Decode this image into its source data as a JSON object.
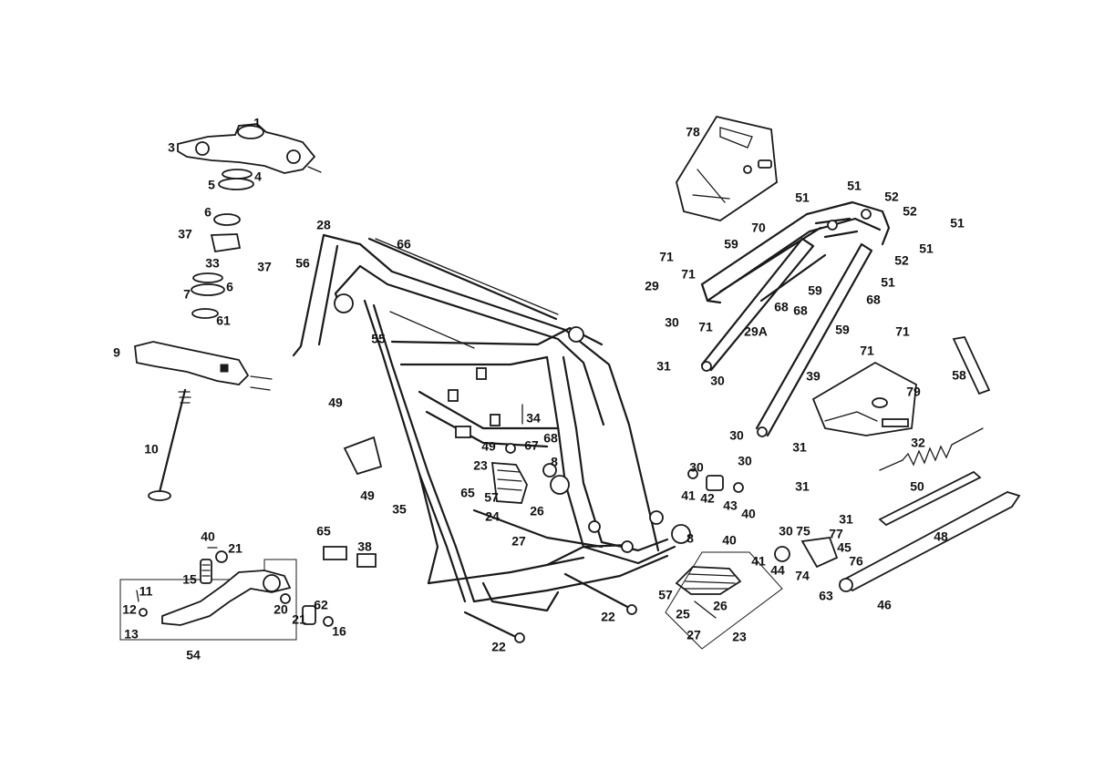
{
  "diagram": {
    "callouts": [
      {
        "label": "1"
      },
      {
        "label": "3"
      },
      {
        "label": "4"
      },
      {
        "label": "5"
      },
      {
        "label": "6"
      },
      {
        "label": "37"
      },
      {
        "label": "33"
      },
      {
        "label": "37"
      },
      {
        "label": "7"
      },
      {
        "label": "6"
      },
      {
        "label": "61"
      },
      {
        "label": "9"
      },
      {
        "label": "10"
      },
      {
        "label": "40"
      },
      {
        "label": "21"
      },
      {
        "label": "15"
      },
      {
        "label": "11"
      },
      {
        "label": "12"
      },
      {
        "label": "13"
      },
      {
        "label": "20"
      },
      {
        "label": "21"
      },
      {
        "label": "62"
      },
      {
        "label": "16"
      },
      {
        "label": "54"
      },
      {
        "label": "28"
      },
      {
        "label": "66"
      },
      {
        "label": "56"
      },
      {
        "label": "55"
      },
      {
        "label": "49"
      },
      {
        "label": "49"
      },
      {
        "label": "35"
      },
      {
        "label": "65"
      },
      {
        "label": "38"
      },
      {
        "label": "34"
      },
      {
        "label": "49"
      },
      {
        "label": "67"
      },
      {
        "label": "68"
      },
      {
        "label": "8"
      },
      {
        "label": "23"
      },
      {
        "label": "65"
      },
      {
        "label": "57"
      },
      {
        "label": "24"
      },
      {
        "label": "26"
      },
      {
        "label": "27"
      },
      {
        "label": "22"
      },
      {
        "label": "22"
      },
      {
        "label": "8"
      },
      {
        "label": "78"
      },
      {
        "label": "51"
      },
      {
        "label": "51"
      },
      {
        "label": "52"
      },
      {
        "label": "52"
      },
      {
        "label": "51"
      },
      {
        "label": "70"
      },
      {
        "label": "59"
      },
      {
        "label": "71"
      },
      {
        "label": "71"
      },
      {
        "label": "51"
      },
      {
        "label": "52"
      },
      {
        "label": "29"
      },
      {
        "label": "59"
      },
      {
        "label": "68"
      },
      {
        "label": "51"
      },
      {
        "label": "68"
      },
      {
        "label": "68"
      },
      {
        "label": "30"
      },
      {
        "label": "71"
      },
      {
        "label": "29A"
      },
      {
        "label": "59"
      },
      {
        "label": "71"
      },
      {
        "label": "71"
      },
      {
        "label": "31"
      },
      {
        "label": "30"
      },
      {
        "label": "39"
      },
      {
        "label": "58"
      },
      {
        "label": "79"
      },
      {
        "label": "30"
      },
      {
        "label": "31"
      },
      {
        "label": "32"
      },
      {
        "label": "30"
      },
      {
        "label": "30"
      },
      {
        "label": "31"
      },
      {
        "label": "41"
      },
      {
        "label": "42"
      },
      {
        "label": "43"
      },
      {
        "label": "40"
      },
      {
        "label": "50"
      },
      {
        "label": "31"
      },
      {
        "label": "30"
      },
      {
        "label": "75"
      },
      {
        "label": "77"
      },
      {
        "label": "40"
      },
      {
        "label": "45"
      },
      {
        "label": "76"
      },
      {
        "label": "41"
      },
      {
        "label": "44"
      },
      {
        "label": "74"
      },
      {
        "label": "48"
      },
      {
        "label": "63"
      },
      {
        "label": "46"
      },
      {
        "label": "57"
      },
      {
        "label": "26"
      },
      {
        "label": "25"
      },
      {
        "label": "27"
      },
      {
        "label": "23"
      }
    ]
  }
}
